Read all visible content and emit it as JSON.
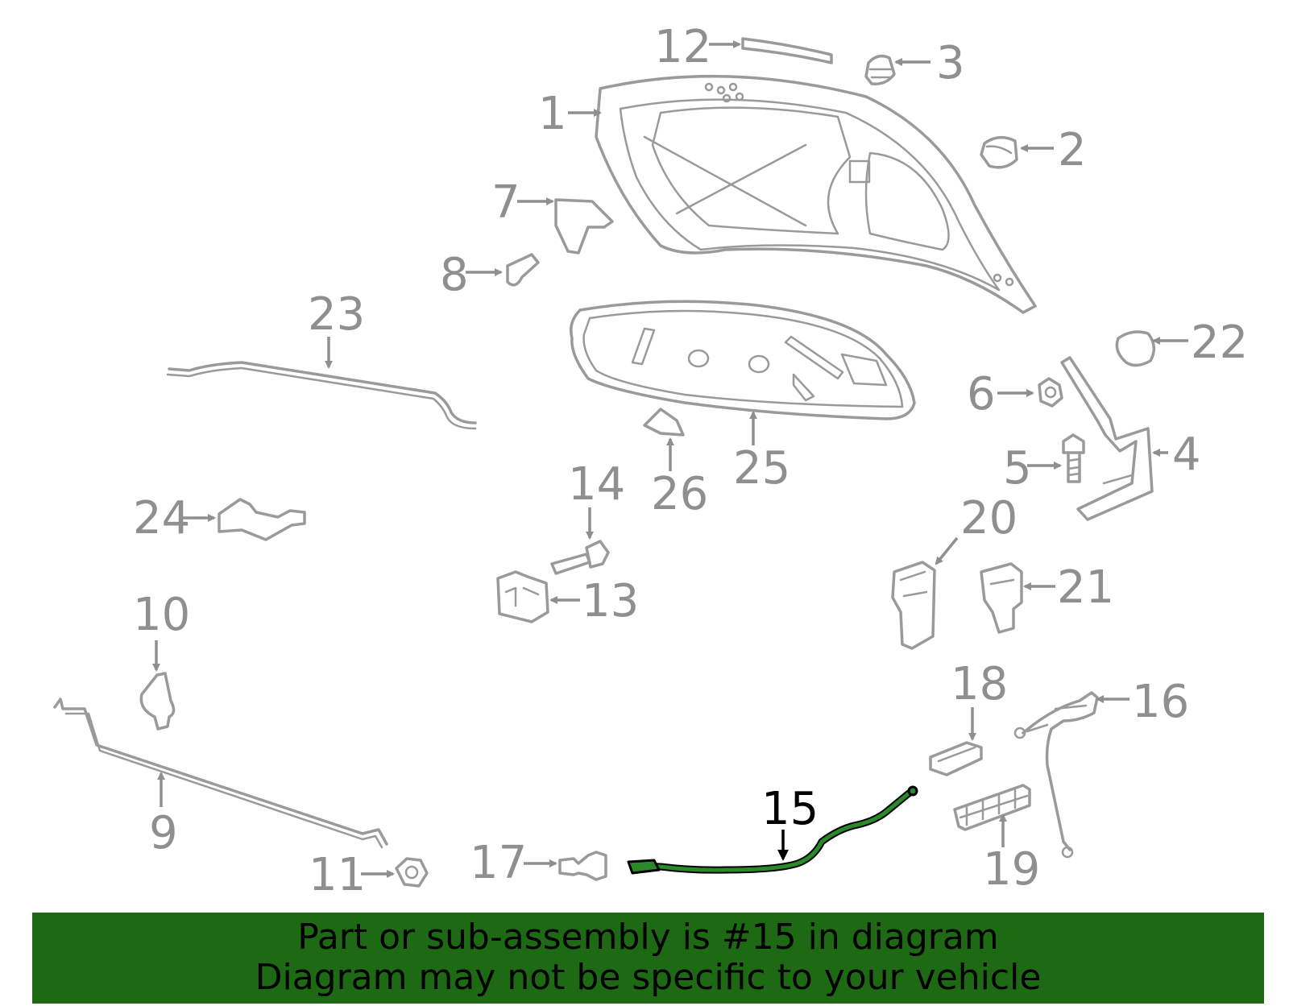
{
  "callouts": {
    "c1": "1",
    "c2": "2",
    "c3": "3",
    "c4": "4",
    "c5": "5",
    "c6": "6",
    "c7": "7",
    "c8": "8",
    "c9": "9",
    "c10": "10",
    "c11": "11",
    "c12": "12",
    "c13": "13",
    "c14": "14",
    "c15": "15",
    "c16": "16",
    "c17": "17",
    "c18": "18",
    "c19": "19",
    "c20": "20",
    "c21": "21",
    "c22": "22",
    "c23": "23",
    "c24": "24",
    "c25": "25",
    "c26": "26"
  },
  "highlight": {
    "part_number": "15",
    "color": "#2a8a2a"
  },
  "banner": {
    "line1": "Part or sub-assembly is #15 in diagram",
    "line2": "Diagram may not be specific to your vehicle",
    "background": "#1e6a14"
  }
}
